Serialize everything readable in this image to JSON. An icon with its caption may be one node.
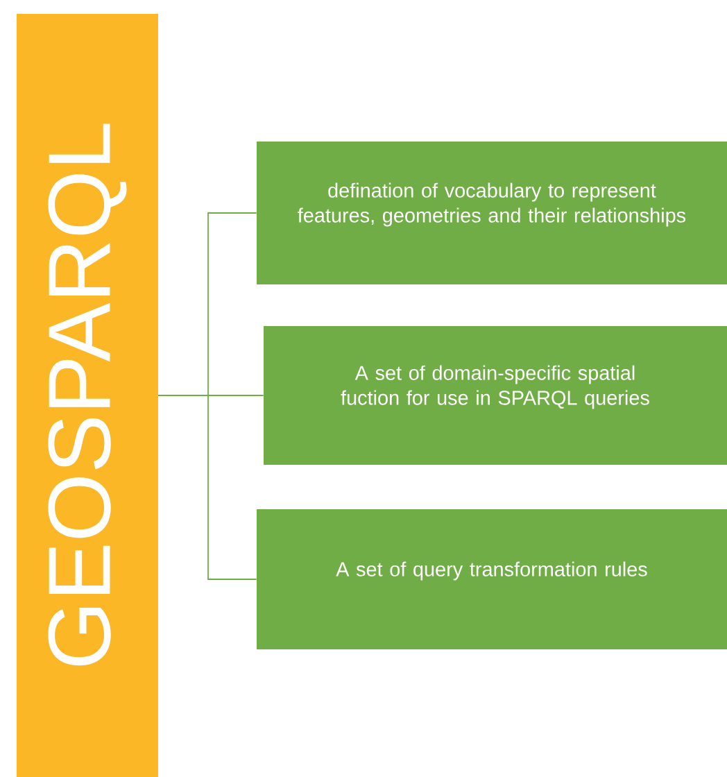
{
  "diagram": {
    "nodes": [
      {
        "text": [
          "GEOSPARQL"
        ]
      },
      {
        "text": [
          "defination of vocabulary to represent features, geometries and their relationships"
        ]
      },
      {
        "text": [
          "A set of domain-specific spatial fuction for use in SPARQL  queries"
        ]
      },
      {
        "text": [
          "A set of query transformation rules"
        ]
      }
    ],
    "edges": [
      {
        "from": 0,
        "to": 1,
        "arrow": "none"
      },
      {
        "from": 0,
        "to": 2,
        "arrow": "none"
      },
      {
        "from": 0,
        "to": 3,
        "arrow": "none"
      }
    ]
  }
}
